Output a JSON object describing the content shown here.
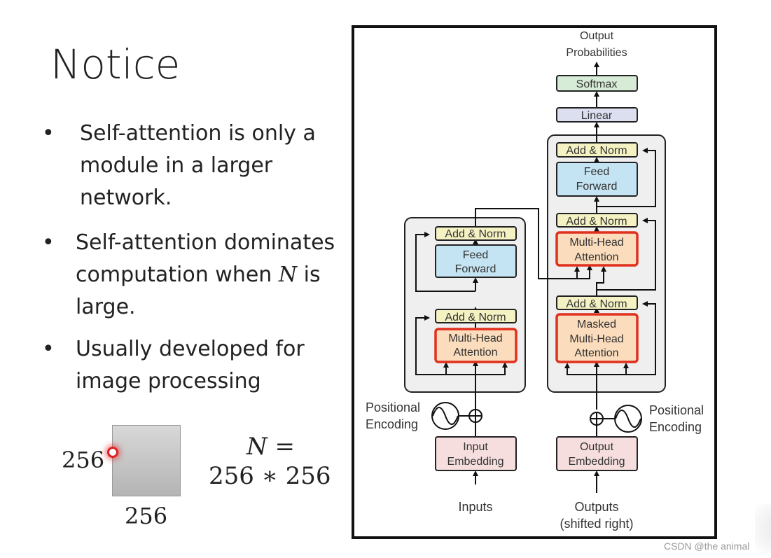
{
  "slide": {
    "title": "Notice",
    "bullets": [
      {
        "text": "Self-attention is only a module in a larger network."
      },
      {
        "before": "Self-attention dominates computation when ",
        "var": "N",
        "after": " is large."
      },
      {
        "text": "Usually developed for image processing"
      }
    ],
    "bullet_glyph": "•",
    "image_width_label": "256",
    "image_height_label": "256",
    "equation_line1": "N =",
    "equation_line2": "256 ∗ 256"
  },
  "diagram": {
    "output_probabilities": [
      "Output",
      "Probabilities"
    ],
    "softmax": "Softmax",
    "linear": "Linear",
    "decoder_add_norm_top": "Add & Norm",
    "decoder_feed_forward": [
      "Feed",
      "Forward"
    ],
    "decoder_add_norm_mid": "Add & Norm",
    "decoder_mha": [
      "Multi-Head",
      "Attention"
    ],
    "decoder_add_norm_bottom": "Add & Norm",
    "decoder_masked_mha": [
      "Masked",
      "Multi-Head",
      "Attention"
    ],
    "encoder_add_norm_top": "Add & Norm",
    "encoder_feed_forward": [
      "Feed",
      "Forward"
    ],
    "encoder_add_norm_bottom": "Add & Norm",
    "encoder_mha": [
      "Multi-Head",
      "Attention"
    ],
    "positional_encoding_left": [
      "Positional",
      "Encoding"
    ],
    "positional_encoding_right": [
      "Positional",
      "Encoding"
    ],
    "input_embedding": [
      "Input",
      "Embedding"
    ],
    "output_embedding": [
      "Output",
      "Embedding"
    ],
    "inputs": "Inputs",
    "outputs": [
      "Outputs",
      "(shifted right)"
    ],
    "colors": {
      "add_norm_fill": "#f4f2c2",
      "feed_forward_fill": "#c5e4f3",
      "attention_fill": "#fbdcbc",
      "attention_border": "#e0301e",
      "embedding_fill": "#f6dede",
      "softmax_fill": "#d6ecd6",
      "linear_fill": "#dcdff0",
      "stack_fill": "#efefef"
    }
  },
  "watermark": "CSDN @the animal"
}
